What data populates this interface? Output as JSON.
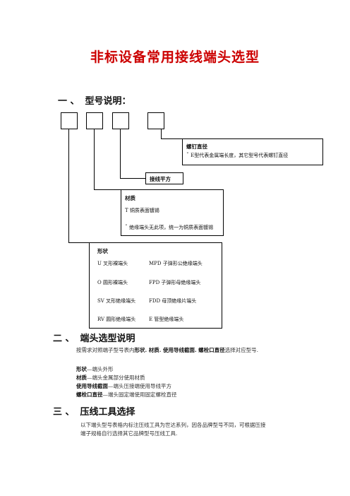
{
  "title": "非标设备常用接线端头选型",
  "section1": {
    "num": "一 、",
    "label": "型号说明："
  },
  "screw_box": {
    "title": "螺钉直径",
    "desc": "E型代表金属端长度，其它型号代表螺钉直径",
    "bullet": "ˇ"
  },
  "wire_box": {
    "title": "接线平方"
  },
  "material_box": {
    "title": "材质",
    "line1": "T 铜质表面镀锡",
    "bullet": "ˇ",
    "line2": "绝缘端头无此项，统一为铜质表面镀锡"
  },
  "shape_box": {
    "title": "形状",
    "rows": [
      {
        "left": "U 叉形裸端头",
        "right": "MPD 子弹形公绝缘端头"
      },
      {
        "left": "O 圆形裸端头",
        "right": "FPD 子弹形母绝缘端头"
      },
      {
        "left": "SV 叉形绝缘端头",
        "right": "FDD 母顶绝缘片端头"
      },
      {
        "left": "RV 圆形绝缘端头",
        "right": "E 管型绝缘端头"
      }
    ]
  },
  "section2": {
    "num": "二 、",
    "label": "端头选型说明",
    "intro_a": "按需求对照端子型号表内",
    "intro_b": "形状. 材质. 使用导线截面. 螺栓口直径",
    "intro_c": "选择对应型号.",
    "defs": [
      {
        "term": "形状",
        "sep": "—",
        "desc": "端头外形"
      },
      {
        "term": "材质",
        "sep": "—",
        "desc": "端头金属部分使用材质"
      },
      {
        "term": "使用导线截面",
        "sep": "—",
        "desc": "端头压接端使用导线平方"
      },
      {
        "term": "螺栓口直径",
        "sep": "—",
        "desc": "端头固定端使用固定螺栓直径"
      }
    ]
  },
  "section3": {
    "num": "三 、",
    "label": "压线工具选择",
    "line1": "以下端头型号表格内标注压线工具为世达系列，因各品牌型号不同，可根据压接",
    "line2": "端子规格自行选择其它品牌型号压线工具."
  }
}
